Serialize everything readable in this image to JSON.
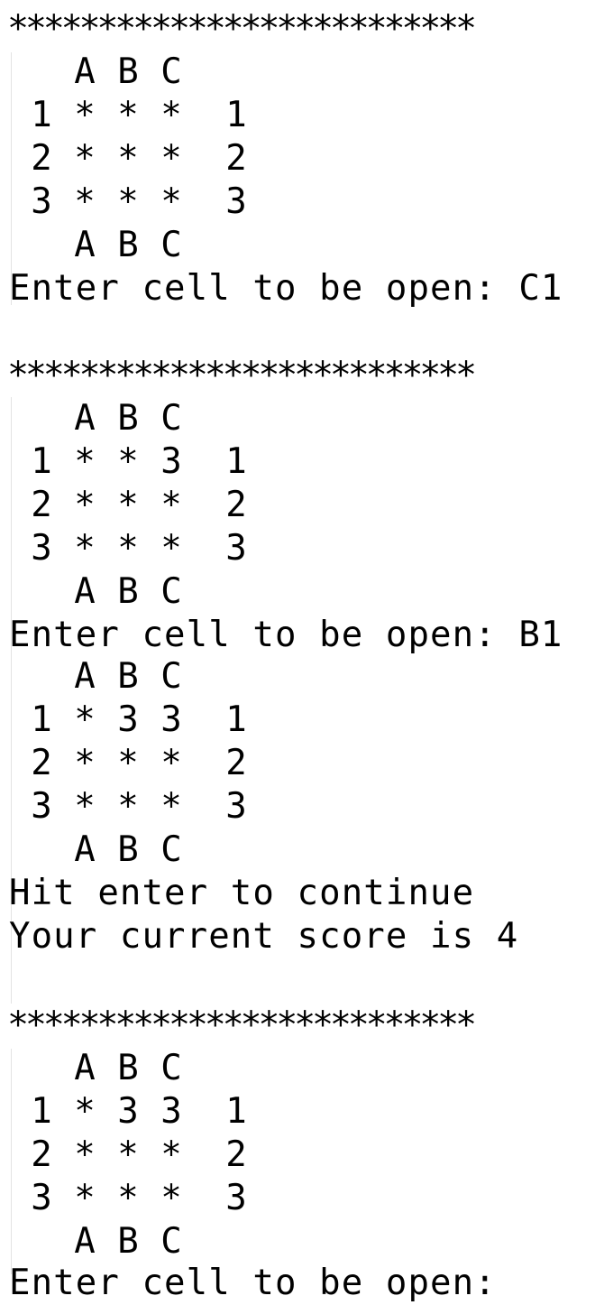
{
  "separator": "**************************",
  "boards": [
    {
      "header": [
        "A",
        "B",
        "C"
      ],
      "rows": [
        {
          "num": "1",
          "cells": [
            "*",
            "*",
            "*"
          ],
          "tail": "1"
        },
        {
          "num": "2",
          "cells": [
            "*",
            "*",
            "*"
          ],
          "tail": "2"
        },
        {
          "num": "3",
          "cells": [
            "*",
            "*",
            "*"
          ],
          "tail": "3"
        }
      ],
      "footer": [
        "A",
        "B",
        "C"
      ]
    },
    {
      "header": [
        "A",
        "B",
        "C"
      ],
      "rows": [
        {
          "num": "1",
          "cells": [
            "*",
            "*",
            "3"
          ],
          "tail": "1"
        },
        {
          "num": "2",
          "cells": [
            "*",
            "*",
            "*"
          ],
          "tail": "2"
        },
        {
          "num": "3",
          "cells": [
            "*",
            "*",
            "*"
          ],
          "tail": "3"
        }
      ],
      "footer": [
        "A",
        "B",
        "C"
      ]
    },
    {
      "header": [
        "A",
        "B",
        "C"
      ],
      "rows": [
        {
          "num": "1",
          "cells": [
            "*",
            "3",
            "3"
          ],
          "tail": "1"
        },
        {
          "num": "2",
          "cells": [
            "*",
            "*",
            "*"
          ],
          "tail": "2"
        },
        {
          "num": "3",
          "cells": [
            "*",
            "*",
            "*"
          ],
          "tail": "3"
        }
      ],
      "footer": [
        "A",
        "B",
        "C"
      ]
    },
    {
      "header": [
        "A",
        "B",
        "C"
      ],
      "rows": [
        {
          "num": "1",
          "cells": [
            "*",
            "3",
            "3"
          ],
          "tail": "1"
        },
        {
          "num": "2",
          "cells": [
            "*",
            "*",
            "*"
          ],
          "tail": "2"
        },
        {
          "num": "3",
          "cells": [
            "*",
            "*",
            "*"
          ],
          "tail": "3"
        }
      ],
      "footer": [
        "A",
        "B",
        "C"
      ]
    }
  ],
  "prompts": {
    "first": "Enter cell to be open: C1",
    "second": "Enter cell to be open: B1",
    "continue": "Hit enter to continue",
    "score": "Your current score is 4",
    "last": "Enter cell to be open:"
  }
}
